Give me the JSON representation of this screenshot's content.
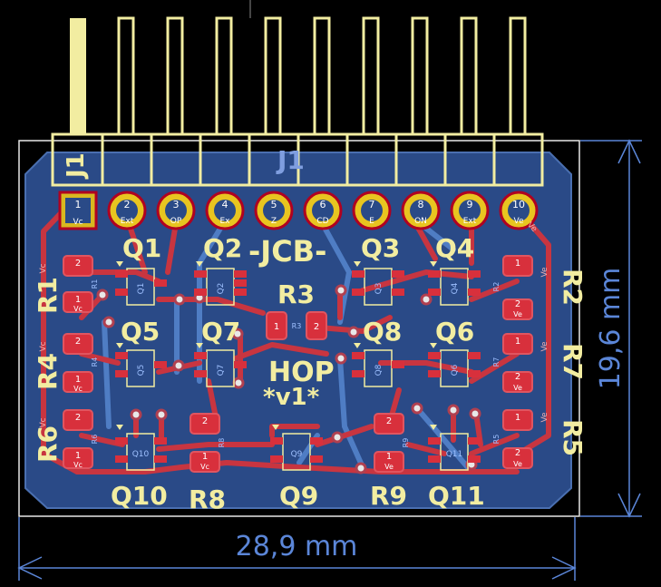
{
  "board": {
    "connector_ref": "J1",
    "connector_ref_fab": "J1",
    "logo_text": "-JCB-",
    "title_line1": "HOP",
    "title_line2": "*v1*"
  },
  "pins": [
    {
      "num": "1",
      "name": "Vc"
    },
    {
      "num": "2",
      "name": "Ext"
    },
    {
      "num": "3",
      "name": "OP"
    },
    {
      "num": "4",
      "name": "Ex"
    },
    {
      "num": "5",
      "name": "Z"
    },
    {
      "num": "6",
      "name": "CD"
    },
    {
      "num": "7",
      "name": "E"
    },
    {
      "num": "8",
      "name": "ON"
    },
    {
      "num": "9",
      "name": "Ext"
    },
    {
      "num": "10",
      "name": "Ve"
    }
  ],
  "transistors": [
    {
      "ref": "Q1",
      "fab": "Q1"
    },
    {
      "ref": "Q2",
      "fab": "Q2"
    },
    {
      "ref": "Q3",
      "fab": "Q3"
    },
    {
      "ref": "Q4",
      "fab": "Q4"
    },
    {
      "ref": "Q5",
      "fab": "Q5"
    },
    {
      "ref": "Q6",
      "fab": "Q6"
    },
    {
      "ref": "Q7",
      "fab": "Q7"
    },
    {
      "ref": "Q8",
      "fab": "Q8"
    },
    {
      "ref": "Q9",
      "fab": "Q9"
    },
    {
      "ref": "Q10",
      "fab": "Q10"
    },
    {
      "ref": "Q11",
      "fab": "Q11"
    }
  ],
  "resistors": [
    {
      "ref": "R1",
      "fab": "R1",
      "pin1": "1",
      "pin2": "2",
      "net1": "Vc"
    },
    {
      "ref": "R2",
      "fab": "R2",
      "pin1": "1",
      "pin2": "2",
      "net1": "Ve"
    },
    {
      "ref": "R3",
      "fab": "R3",
      "pin1": "1",
      "pin2": "2",
      "net1": ""
    },
    {
      "ref": "R4",
      "fab": "R4",
      "pin1": "1",
      "pin2": "2",
      "net1": "Vc"
    },
    {
      "ref": "R5",
      "fab": "R5",
      "pin1": "1",
      "pin2": "2",
      "net1": "Ve"
    },
    {
      "ref": "R6",
      "fab": "R6",
      "pin1": "1",
      "pin2": "2",
      "net1": "Vc"
    },
    {
      "ref": "R7",
      "fab": "R7",
      "pin1": "1",
      "pin2": "2",
      "net1": "Ve"
    },
    {
      "ref": "R8",
      "fab": "R8",
      "pin1": "2",
      "pin2": "1",
      "net1": "Vc"
    },
    {
      "ref": "R9",
      "fab": "R9",
      "pin1": "2",
      "pin2": "1",
      "net1": "Ve"
    }
  ],
  "net_labels": {
    "vc": "Vc",
    "ve": "Ve"
  },
  "dimensions": {
    "width": "28,9 mm",
    "height": "19,6 mm"
  },
  "colors": {
    "background": "#000000",
    "copper_fill": "#2a4a87",
    "copper_track": "#c83540",
    "pad": "#d8303c",
    "silkscreen": "#f2eda1",
    "dimension": "#5b86d8",
    "via_ring": "#e8c520",
    "back_track": "#4f7dc4"
  }
}
